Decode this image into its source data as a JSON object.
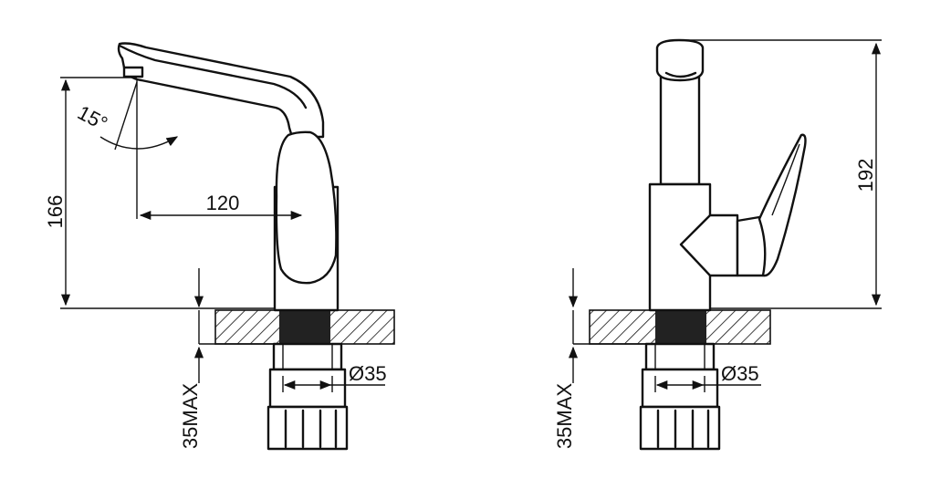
{
  "front_view": {
    "height": "166",
    "reach": "120",
    "angle": "15°",
    "diameter": "Ø35",
    "max_thickness": "35MAX"
  },
  "side_view": {
    "height": "192",
    "diameter": "Ø35",
    "max_thickness": "35MAX"
  },
  "colors": {
    "line": "#111111",
    "seal": "#222222"
  }
}
